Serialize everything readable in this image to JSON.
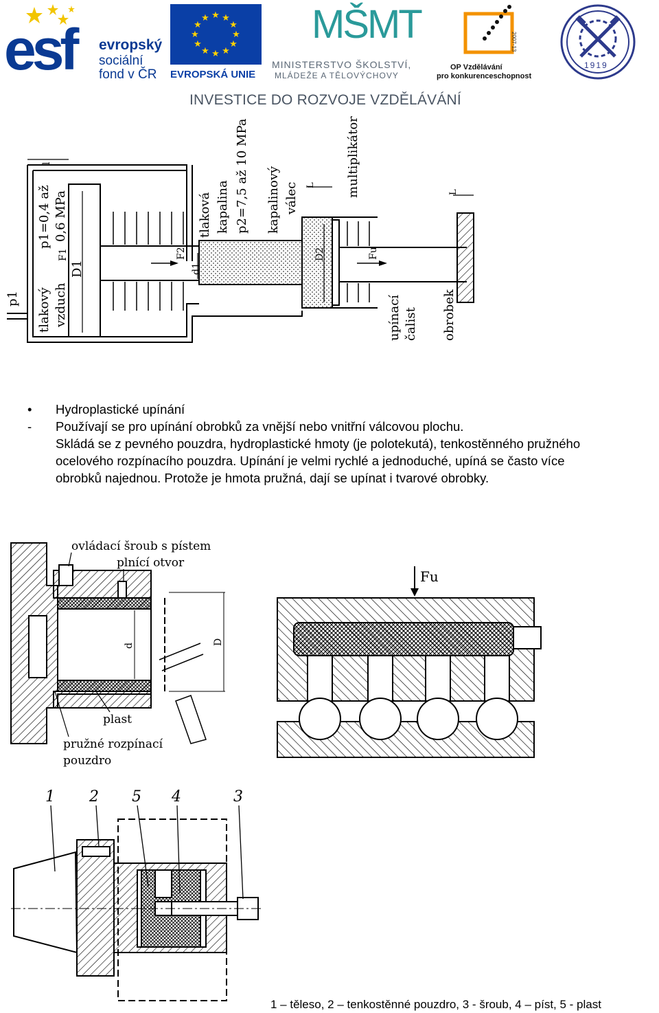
{
  "header": {
    "esf": {
      "logo_text": "esf",
      "line1": "evropský",
      "line2": "sociální",
      "line3": "fond v ČR"
    },
    "eu": {
      "caption": "EVROPSKÁ UNIE"
    },
    "msmt": {
      "logo_text": "MŠMT",
      "line1": "MINISTERSTVO ŠKOLSTVÍ,",
      "line2": "MLÁDEŽE A TĚLOVÝCHOVY"
    },
    "op": {
      "line1": "OP Vzdělávání",
      "line2": "pro konkurenceschopnost",
      "years": "2007-13"
    },
    "seal": {
      "year": "1919"
    },
    "tagline": "INVESTICE DO ROZVOJE VZDĚLÁVÁNÍ"
  },
  "figure1": {
    "labels": {
      "p1": "p1",
      "tlakovy_vzduch_1": "tlakový",
      "tlakovy_vzduch_2": "vzduch",
      "pressure1_1": "p1=0,4 až",
      "pressure1_2": "0,6 MPa",
      "d1_big": "D1",
      "f1": "F1",
      "l": "l",
      "f2": "F2",
      "d1_small": "d1",
      "tlakova_kapalina_1": "tlaková",
      "tlakova_kapalina_2": "kapalina",
      "pressure2": "p2=7,5 až 10 MPa",
      "kapalinovy_valec_1": "kapalinový",
      "kapalinovy_valec_2": "válec",
      "multiplikator": "multiplikátor",
      "d2": "D2",
      "fu": "Fu",
      "l_right": "L",
      "l_right2": "L",
      "upinaci_calist_1": "upínací",
      "upinaci_calist_2": "čalist",
      "obrobek": "obrobek"
    }
  },
  "text_block": {
    "bullet_title": "Hydroplastické upínání",
    "dash_line": "Používají se pro upínání obrobků za vnější nebo vnitřní válcovou plochu.",
    "line3": "Skládá se z pevného pouzdra, hydroplastické hmoty (je polotekutá), tenkostěnného pružného",
    "line4": "ocelového rozpínacího pouzdra. Upínání je velmi rychlé a jednoduché, upíná se často více",
    "line5": "obrobků najednou. Protože je hmota pružná, dají se upínat i tvarové obrobky."
  },
  "figure2": {
    "labels": {
      "ovladaci_sroub": "ovládací šroub s pístem",
      "plnici_otvor": "plnící otvor",
      "d_small": "d",
      "d_big": "D",
      "plast": "plast",
      "pruzne_1": "pružné rozpínací",
      "pruzne_2": "pouzdro"
    }
  },
  "figure3": {
    "labels": {
      "fu": "Fu"
    }
  },
  "figure4": {
    "labels": {
      "n1": "1",
      "n2": "2",
      "n5": "5",
      "n4": "4",
      "n3": "3"
    },
    "caption": "1 – těleso, 2 – tenkostěnné pouzdro, 3 - šroub, 4 – píst, 5 - plast"
  }
}
